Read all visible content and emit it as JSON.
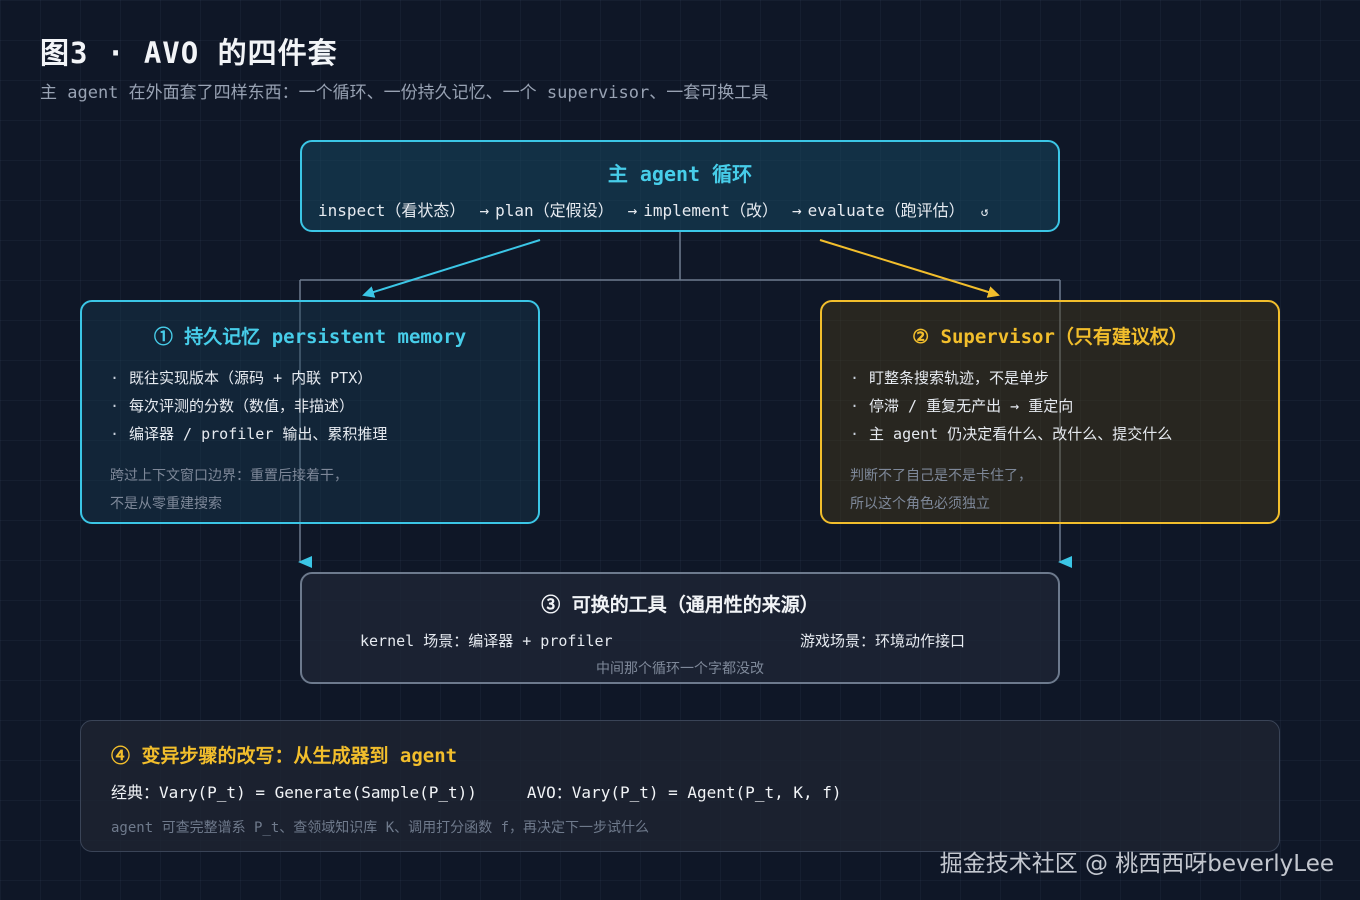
{
  "header": {
    "title": "图3 · AVO 的四件套",
    "subtitle": "主 agent 在外面套了四样东西：一个循环、一份持久记忆、一个 supervisor、一套可换工具"
  },
  "loop": {
    "title": "主 agent 循环",
    "steps": [
      "inspect（看状态）",
      "plan（定假设）",
      "implement（改）",
      "evaluate（跑评估）"
    ],
    "arrow": "→",
    "return_symbol": "↺"
  },
  "memory": {
    "title": "① 持久记忆 persistent memory",
    "bullets": [
      "既往实现版本（源码 + 内联 PTX）",
      "每次评测的分数（数值，非描述）",
      "编译器 / profiler 输出、累积推理"
    ],
    "note_lines": [
      "跨过上下文窗口边界：重置后接着干，",
      "不是从零重建搜索"
    ]
  },
  "supervisor": {
    "title": "② Supervisor（只有建议权）",
    "bullets": [
      "盯整条搜索轨迹，不是单步",
      "停滞 / 重复无产出 → 重定向",
      "主 agent 仍决定看什么、改什么、提交什么"
    ],
    "note_lines": [
      "判断不了自己是不是卡住了，",
      "所以这个角色必须独立"
    ]
  },
  "tools": {
    "title": "③ 可换的工具（通用性的来源）",
    "left": "kernel 场景：编译器 + profiler",
    "right": "游戏场景：环境动作接口",
    "note": "中间那个循环一个字都没改"
  },
  "mutation": {
    "title": "④ 变异步骤的改写：从生成器到 agent",
    "classic": "经典：Vary(P_t) = Generate(Sample(P_t))",
    "avo": "AVO：Vary(P_t) = Agent(P_t, K, f)",
    "note": "agent 可查完整谱系 P_t、查领域知识库 K、调用打分函数 f，再决定下一步试什么"
  },
  "watermark": "掘金技术社区 @ 桃西西呀beverlyLee",
  "colors": {
    "cyan": "#47cde9",
    "gold": "#f2be2c",
    "connector": "#6d7a8d",
    "background": "#0f1727"
  }
}
